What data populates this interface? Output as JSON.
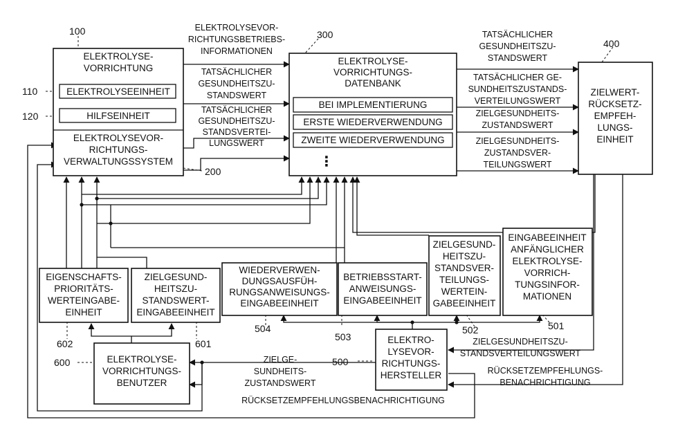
{
  "boxes": {
    "b100": {
      "ref": "100",
      "title": [
        "ELEKTROLYSE-",
        "VORRICHTUNG"
      ]
    },
    "b110": {
      "ref": "110",
      "text": "ELEKTROLYSEEINHEIT"
    },
    "b120": {
      "ref": "120",
      "text": "HILFSEINHEIT"
    },
    "b200": {
      "ref": "200",
      "text": [
        "ELEKTROLYSEVOR-",
        "RICHTUNGS-",
        "VERWALTUNGSSYSTEM"
      ]
    },
    "b300": {
      "ref": "300",
      "title": [
        "ELEKTROLYSE-",
        "VORRICHTUNGS-",
        "DATENBANK"
      ],
      "rows": [
        "BEI IMPLEMENTIERUNG",
        "ERSTE WIEDERVERWENDUNG",
        "ZWEITE WIEDERVERWENDUNG"
      ],
      "more": "⋮"
    },
    "b400": {
      "ref": "400",
      "text": [
        "ZIELWERT-",
        "RÜCKSETZ-",
        "EMPFEH-",
        "LUNGS-",
        "EINHEIT"
      ]
    },
    "b500": {
      "ref": "500",
      "text": [
        "ELEKTRO-",
        "LYSEVOR-",
        "RICHTUNGS-",
        "HERSTELLER"
      ]
    },
    "b501": {
      "ref": "501",
      "text": [
        "EINGABEEINHEIT",
        "ANFÄNGLICHER",
        "ELEKTROLYSE-",
        "VORRICH-",
        "TUNGSINFOR-",
        "MATIONEN"
      ]
    },
    "b502": {
      "ref": "502",
      "text": [
        "ZIELGESUND-",
        "HEITSZU-",
        "STANDSVER-",
        "TEILUNGS-",
        "WERTEIN-",
        "GABEEINHEIT"
      ]
    },
    "b503": {
      "ref": "503",
      "text": [
        "BETRIEBSSTART-",
        "ANWEISUNGS-",
        "EINGABEEINHEIT"
      ]
    },
    "b504": {
      "ref": "504",
      "text": [
        "WIEDERVERWEN-",
        "DUNGSAUSFÜH-",
        "RUNGSANWEISUNGS-",
        "EINGABEEINHEIT"
      ]
    },
    "b600": {
      "ref": "600",
      "text": [
        "ELEKTROLYSE-",
        "VORRICHTUNGS-",
        "BENUTZER"
      ]
    },
    "b601": {
      "ref": "601",
      "text": [
        "ZIELGESUND-",
        "HEITSZU-",
        "STANDSWERT-",
        "EINGABEEINHEIT"
      ]
    },
    "b602": {
      "ref": "602",
      "text": [
        "EIGENSCHAFTS-",
        "PRIORITÄTS-",
        "WERTEINGABE-",
        "EINHEIT"
      ]
    }
  },
  "labels": {
    "l_betriebsinfo": [
      "ELEKTROLYSEVOR-",
      "RICHTUNGSBETRIEBS-",
      "INFORMATIONEN"
    ],
    "l_tgw_left": [
      "TATSÄCHLICHER",
      "GESUNDHEITSZU-",
      "STANDSWERT"
    ],
    "l_tgvw_left": [
      "TATSÄCHLICHER",
      "GESUNDHEITSZU-",
      "STANDSVERTEI-",
      "LUNGSWERT"
    ],
    "l_tgw_right": [
      "TATSÄCHLICHER",
      "GESUNDHEITSZU-",
      "STANDSWERT"
    ],
    "l_tgvw_right": [
      "TATSÄCHLICHER GE-",
      "SUNDHEITSZUSTANDS-",
      "VERTEILUNGSWERT"
    ],
    "l_zgw_right": [
      "ZIELGESUNDHEITS-",
      "ZUSTANDSWERT"
    ],
    "l_zgvw_right": [
      "ZIELGESUNDHEITS-",
      "ZUSTANDSVER-",
      "TEILUNGSWERT"
    ],
    "l_zgvw_bottom": [
      "ZIELGESUNDHEITSZU-",
      "STANDSVERTEILUNGSWERT"
    ],
    "l_ruecksetz_right": [
      "RÜCKSETZEMPFEHLUNGS-",
      "BENACHRICHTIGUNG"
    ],
    "l_zgw_bottom": [
      "ZIELGE-",
      "SUNDHEITS-",
      "ZUSTANDSWERT"
    ],
    "l_ruecksetz_bottom": "RÜCKSETZEMPFEHLUNGSBENACHRICHTIGUNG"
  }
}
